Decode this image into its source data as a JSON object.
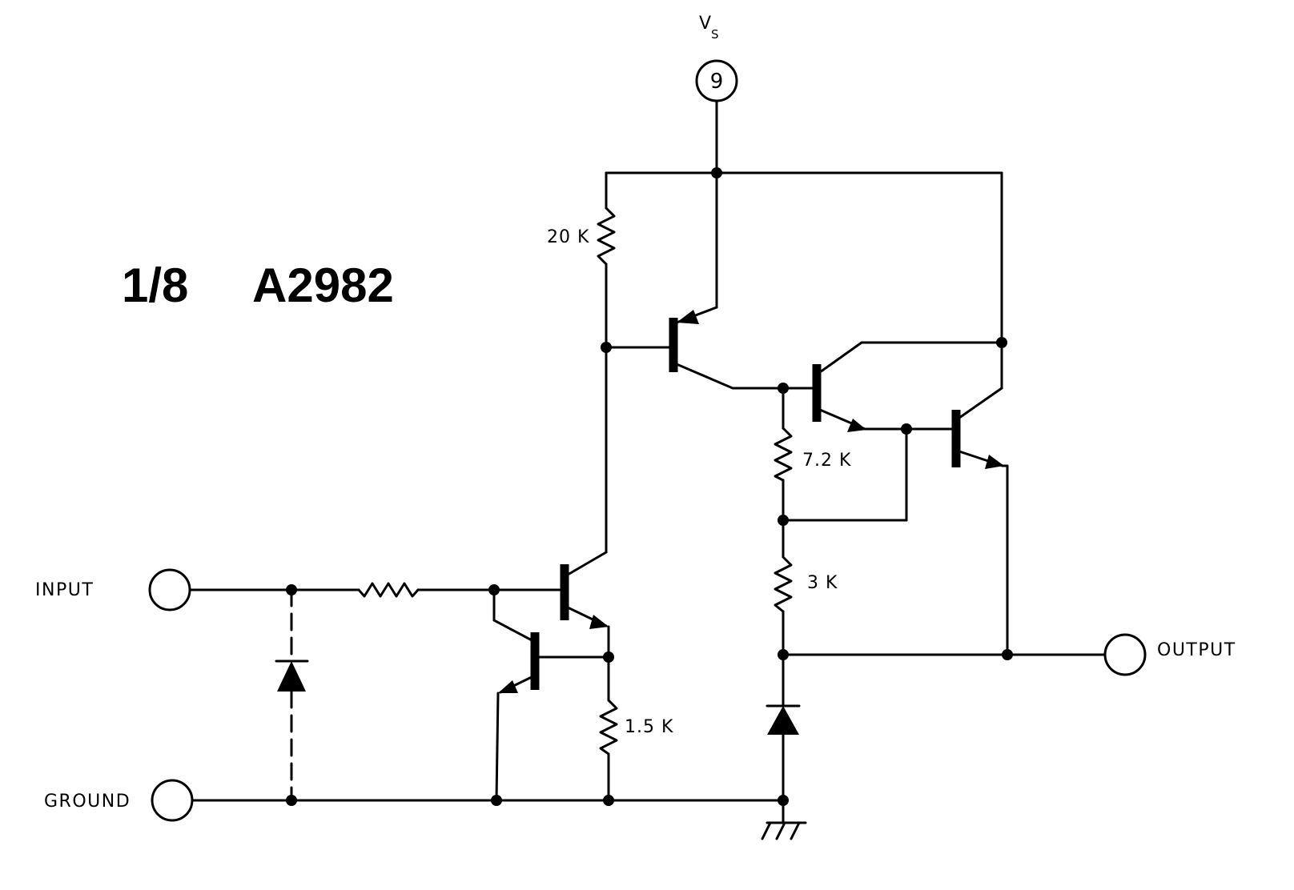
{
  "title": {
    "fraction": "1/8",
    "part_number": "A2982"
  },
  "supply": {
    "label": "V",
    "subscript": "S",
    "pin_number": "9"
  },
  "terminals": {
    "input": "INPUT",
    "ground": "GROUND",
    "output": "OUTPUT"
  },
  "resistors": {
    "r_top": "20 K",
    "r_mid": "7.2 K",
    "r_low": "3 K",
    "r_emitter": "1.5 K"
  },
  "colors": {
    "ink": "#000000",
    "background": "#ffffff"
  }
}
